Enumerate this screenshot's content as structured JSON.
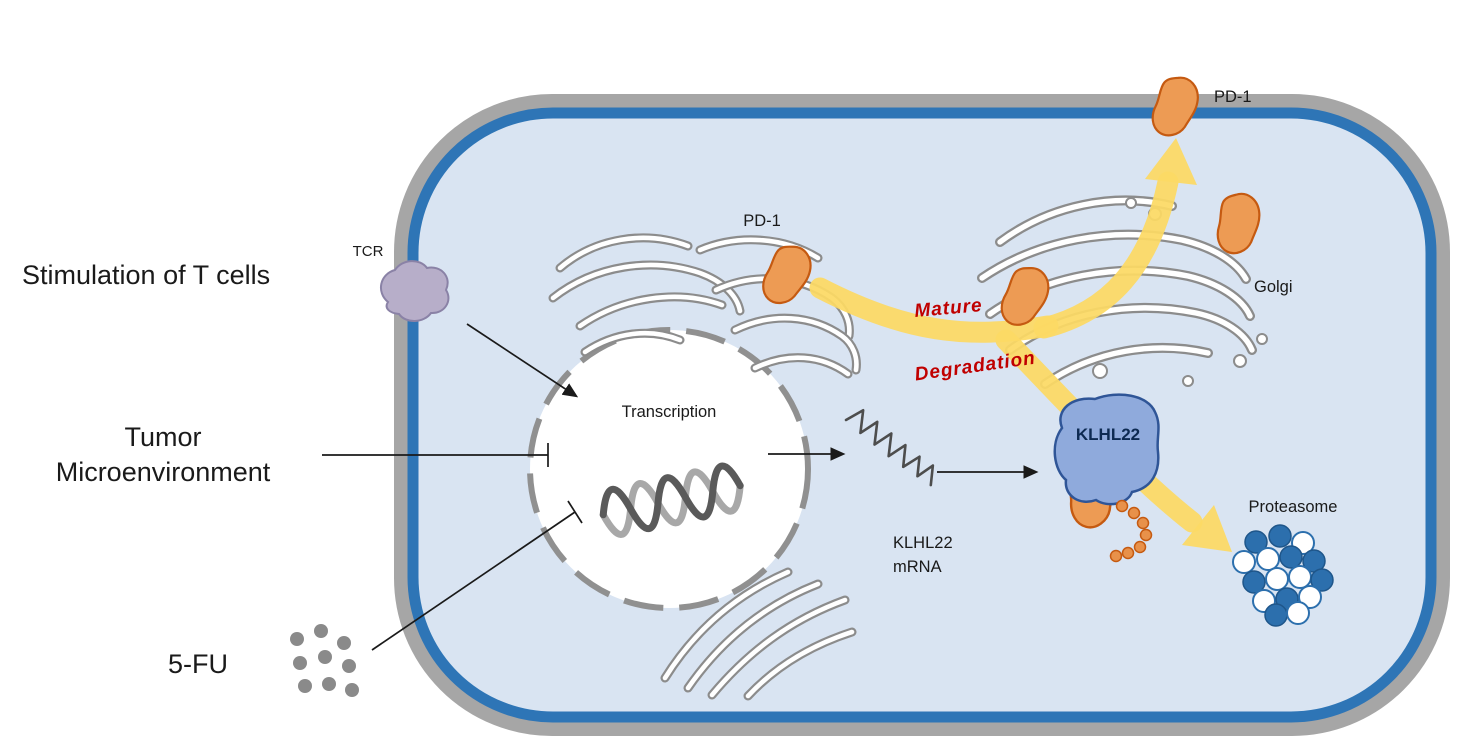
{
  "labels": {
    "stimulation": "Stimulation of T cells",
    "tumor_line1": "Tumor",
    "tumor_line2": "Microenvironment",
    "fu": "5-FU",
    "tcr": "TCR",
    "transcription": "Transcription",
    "pd1_er": "PD-1",
    "pd1_membrane": "PD-1",
    "golgi": "Golgi",
    "mature": "Mature",
    "degradation": "Degradation",
    "mrna_line1": "KLHL22",
    "mrna_line2": "mRNA",
    "klhl22": "KLHL22",
    "proteasome": "Proteasome"
  },
  "colors": {
    "cell_outer_membrane": "#A6A6A6",
    "cell_inner_membrane": "#2E75B6",
    "cytoplasm": "#D9E4F2",
    "pd1_protein": "#ED9B54",
    "pd1_outline": "#C55A11",
    "klhl22_protein": "#8FAADC",
    "klhl22_outline": "#2F5597",
    "pathway_arrow": "#FCD964",
    "pathway_text": "#C00000",
    "proteasome_blue": "#2C6FAD",
    "organelle_gray": "#8C8C8C",
    "fu_dots_gray": "#8A8A8A",
    "tcr_purple": "#B7AEC9"
  }
}
